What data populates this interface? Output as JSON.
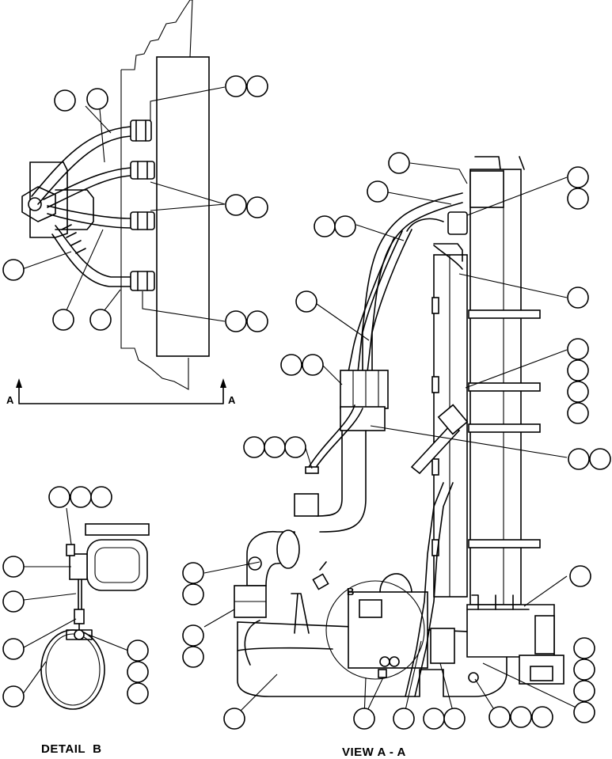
{
  "section_markers": {
    "left": "A",
    "right": "A",
    "detail": "B"
  },
  "captions": {
    "detail": "DETAIL  B",
    "view": "VIEW A - A"
  },
  "colors": {
    "ink": "#000000",
    "paper": "#ffffff"
  }
}
